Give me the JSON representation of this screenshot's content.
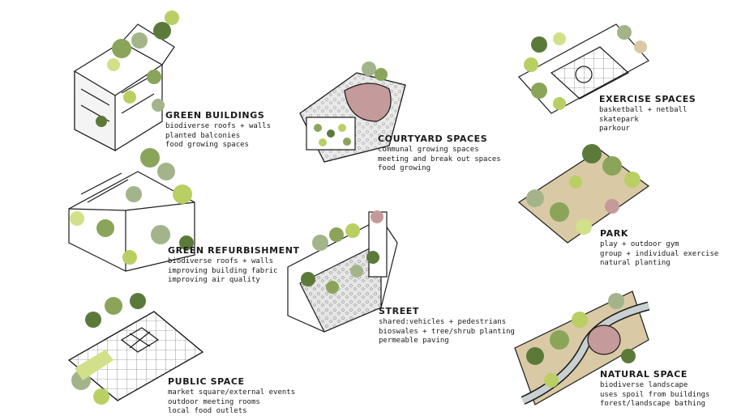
{
  "colors": {
    "leaf_dark": "#5b7a3a",
    "leaf_mid": "#8aa55a",
    "leaf_light": "#b9cf63",
    "leaf_lime": "#d2e08a",
    "leaf_sage": "#a3b48a",
    "ground_tan": "#d9c9a5",
    "paving_grey": "#e2e2e2",
    "accent_rose": "#c59a9a",
    "water_grey": "#c8d0d2",
    "ink": "#1a1a1a"
  },
  "panels": [
    {
      "id": "green-buildings",
      "title": "GREEN BUILDINGS",
      "lines": [
        "biodiverse roofs + walls",
        "planted balconies",
        "food growing spaces"
      ]
    },
    {
      "id": "green-refurbishment",
      "title": "GREEN REFURBISHMENT",
      "lines": [
        "biodiverse roofs + walls",
        "improving building fabric",
        "improving air quality"
      ]
    },
    {
      "id": "public-space",
      "title": "PUBLIC SPACE",
      "lines": [
        "market square/external events",
        "outdoor meeting rooms",
        "local food outlets"
      ]
    },
    {
      "id": "courtyard-spaces",
      "title": "COURTYARD SPACES",
      "lines": [
        "communal growing spaces",
        "meeting and break out spaces",
        "food growing"
      ]
    },
    {
      "id": "street",
      "title": "STREET",
      "lines": [
        "shared:vehicles + pedestrians",
        "bioswales + tree/shrub planting",
        "permeable paving"
      ]
    },
    {
      "id": "exercise-spaces",
      "title": "EXERCISE SPACES",
      "lines": [
        "basketball + netball",
        "skatepark",
        "parkour"
      ]
    },
    {
      "id": "park",
      "title": "PARK",
      "lines": [
        "play + outdoor gym",
        "group + individual exercise",
        "natural planting"
      ]
    },
    {
      "id": "natural-space",
      "title": "NATURAL SPACE",
      "lines": [
        "biodiverse landscape",
        "uses spoil from buildings",
        "forest/landscape bathing"
      ]
    }
  ]
}
